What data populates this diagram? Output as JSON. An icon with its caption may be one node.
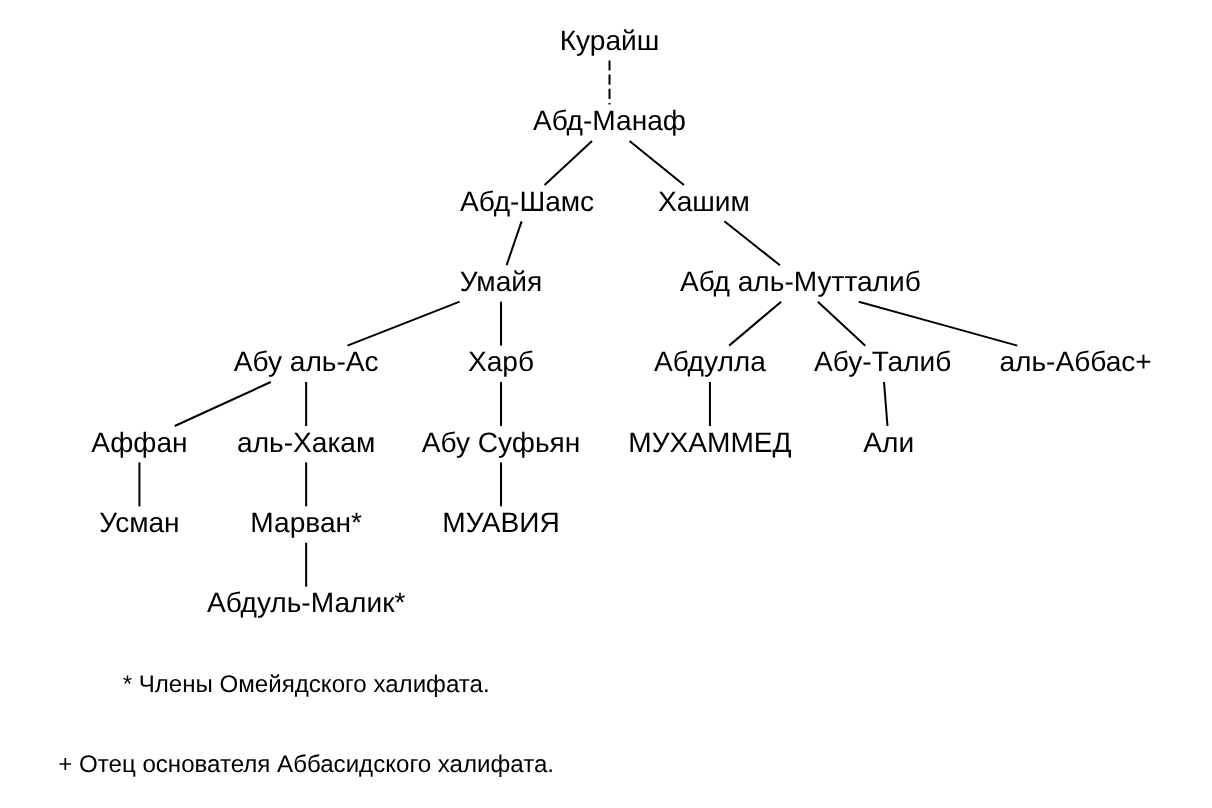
{
  "diagram": {
    "nodes": [
      {
        "text": [
          "Курайш"
        ]
      },
      {
        "text": [
          "Абд-Манаф"
        ]
      },
      {
        "text": [
          "Абд-Шамс"
        ]
      },
      {
        "text": [
          "Хашим"
        ]
      },
      {
        "text": [
          "Умайя"
        ]
      },
      {
        "text": [
          "Абд аль-Мутталиб"
        ]
      },
      {
        "text": [
          "Абу аль-Ас"
        ]
      },
      {
        "text": [
          "Харб"
        ]
      },
      {
        "text": [
          "Абдулла"
        ]
      },
      {
        "text": [
          "Абу-Талиб"
        ]
      },
      {
        "text": [
          "аль-Аббас+"
        ]
      },
      {
        "text": [
          "Аффан"
        ]
      },
      {
        "text": [
          "аль-Хакам"
        ]
      },
      {
        "text": [
          "МУХАММЕД"
        ]
      },
      {
        "text": [
          "Али"
        ]
      },
      {
        "text": [
          "Абу Суфьян"
        ]
      },
      {
        "text": [
          "Усман"
        ]
      },
      {
        "text": [
          "Марван*"
        ]
      },
      {
        "text": [
          "МУАВИЯ"
        ]
      },
      {
        "text": [
          "Абдуль-Малик*"
        ]
      }
    ],
    "edges": [
      {
        "from": 0,
        "to": 1,
        "arrow": "none",
        "style": "dashed"
      },
      {
        "from": 1,
        "to": 2,
        "arrow": "none"
      },
      {
        "from": 1,
        "to": 3,
        "arrow": "none"
      },
      {
        "from": 2,
        "to": 4,
        "arrow": "none"
      },
      {
        "from": 3,
        "to": 5,
        "arrow": "none"
      },
      {
        "from": 4,
        "to": 6,
        "arrow": "none"
      },
      {
        "from": 4,
        "to": 7,
        "arrow": "none"
      },
      {
        "from": 5,
        "to": 8,
        "arrow": "none"
      },
      {
        "from": 5,
        "to": 9,
        "arrow": "none"
      },
      {
        "from": 5,
        "to": 10,
        "arrow": "none"
      },
      {
        "from": 6,
        "to": 11,
        "arrow": "none"
      },
      {
        "from": 6,
        "to": 12,
        "arrow": "none"
      },
      {
        "from": 7,
        "to": 15,
        "arrow": "none"
      },
      {
        "from": 8,
        "to": 13,
        "arrow": "none"
      },
      {
        "from": 9,
        "to": 14,
        "arrow": "none"
      },
      {
        "from": 11,
        "to": 16,
        "arrow": "none"
      },
      {
        "from": 12,
        "to": 17,
        "arrow": "none"
      },
      {
        "from": 15,
        "to": 18,
        "arrow": "none"
      },
      {
        "from": 17,
        "to": 19,
        "arrow": "none"
      }
    ],
    "labels": [
      "* Члены Омейядского халифата.",
      "+ Отец основателя Аббасидского халифата."
    ]
  }
}
